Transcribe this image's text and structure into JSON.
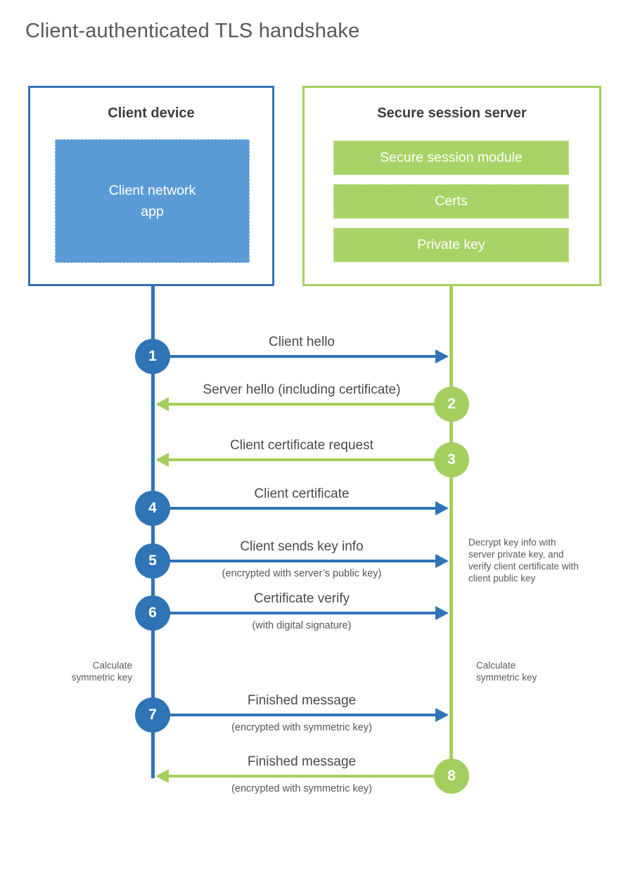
{
  "title": "Client-authenticated TLS handshake",
  "colors": {
    "blue": "#2E74B6",
    "blue_light": "#5B9BD5",
    "green": "#A4CF5E",
    "green_bar": "#A8D366",
    "heading_text": "#3D3D3F",
    "label_text": "#4A4A4C",
    "gray_text": "#58595B"
  },
  "client": {
    "title": "Client device",
    "app_label": "Client network\napp"
  },
  "server": {
    "title": "Secure session server",
    "modules": [
      "Secure session module",
      "Certs",
      "Private key"
    ]
  },
  "steps": [
    {
      "num": "1",
      "label": "Client hello",
      "sublabel": "",
      "direction": "right",
      "color": "blue",
      "from": "client",
      "to": "server"
    },
    {
      "num": "2",
      "label": "Server hello (including certificate)",
      "sublabel": "",
      "direction": "left",
      "color": "green",
      "from": "server",
      "to": "client"
    },
    {
      "num": "3",
      "label": "Client certificate request",
      "sublabel": "",
      "direction": "left",
      "color": "green",
      "from": "server",
      "to": "client"
    },
    {
      "num": "4",
      "label": "Client certificate",
      "sublabel": "",
      "direction": "right",
      "color": "blue",
      "from": "client",
      "to": "server"
    },
    {
      "num": "5",
      "label": "Client sends key info",
      "sublabel": "(encrypted with server’s public key)",
      "direction": "right",
      "color": "blue",
      "from": "client",
      "to": "server"
    },
    {
      "num": "6",
      "label": "Certificate verify",
      "sublabel": "(with digital signature)",
      "direction": "right",
      "color": "blue",
      "from": "client",
      "to": "server"
    },
    {
      "num": "7",
      "label": "Finished message",
      "sublabel": "(encrypted with symmetric key)",
      "direction": "right",
      "color": "blue",
      "from": "client",
      "to": "server"
    },
    {
      "num": "8",
      "label": "Finished message",
      "sublabel": "(encrypted with symmetric key)",
      "direction": "left",
      "color": "green",
      "from": "server",
      "to": "client"
    }
  ],
  "annotations": {
    "decrypt_note": "Decrypt key info with server private key, and verify client certificate with client public key",
    "calc_left": "Calculate symmetric key",
    "calc_right": "Calculate symmetric key"
  }
}
